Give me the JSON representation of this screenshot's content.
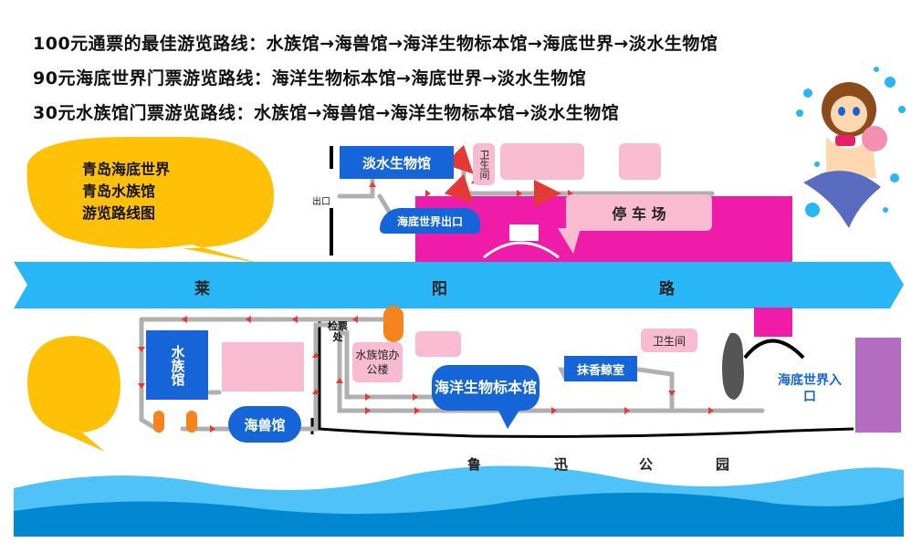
{
  "routes": [
    "100元通票的最佳游览路线：水族馆→海兽馆→海洋生物标本馆→海底世界→淡水生物馆",
    "90元海底世界门票游览路线：海洋生物标本馆→海底世界→淡水生物馆",
    "30元水族馆门票游览路线：水族馆→海兽馆→海洋生物标本馆→淡水生物馆"
  ],
  "title_bubble": [
    "青岛海底世界",
    "青岛水族馆",
    "游览路线图"
  ],
  "road": [
    "莱",
    "阳",
    "路"
  ],
  "park": [
    "鲁",
    "迅",
    "公",
    "园"
  ],
  "places": {
    "freshwater": "淡水生物馆",
    "toilet_top": "卫生间",
    "exit_small": "出口",
    "underwater_exit": "海底世界出口",
    "parking": "停 车 场",
    "aquarium": "水族馆",
    "seal_hall": "海兽馆",
    "ticket_check": "检票处",
    "aquarium_office": "水族馆办公楼",
    "specimen_hall": "海洋生物标本馆",
    "sperm_whale": "抹香鲸室",
    "toilet_bottom": "卫生间",
    "underwater_entrance": "海底世界入口"
  },
  "colors": {
    "blue": "#1565d8",
    "magenta": "#ee1ca8",
    "pink": "#f8bbd0",
    "bubble_yellow": "#ffc107",
    "road_cyan": "#29b6f6",
    "path_gray": "#b0b0b0",
    "arrow_red": "#e53935",
    "orange": "#f5841f",
    "purple": "#b36cc0",
    "water": "#4fc3f7"
  },
  "icons": [
    "mermaid-icon",
    "shell-icon",
    "bubble-icon",
    "rock-icon",
    "arch-icon"
  ]
}
